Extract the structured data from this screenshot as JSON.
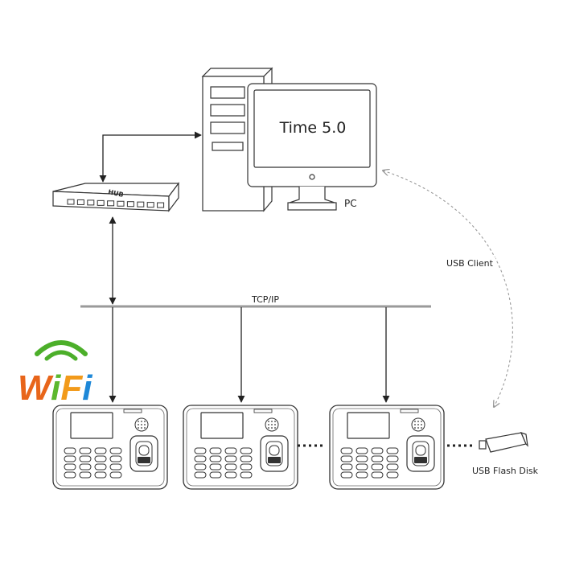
{
  "monitor": {
    "screen_text": "Time 5.0"
  },
  "pc": {
    "label": "PC"
  },
  "hub": {
    "label": "HUB"
  },
  "network": {
    "label": "TCP/IP"
  },
  "usb_client": {
    "label": "USB Client"
  },
  "flash_disk": {
    "label": "USB Flash Disk"
  },
  "wifi": {
    "text": "WiFi",
    "letter_colors": [
      "#e8651a",
      "#5cb82e",
      "#f29a1a",
      "#1e88d8"
    ],
    "arc_color": "#4caf2a"
  },
  "devices": [
    {
      "name": "terminal-1"
    },
    {
      "name": "terminal-2"
    },
    {
      "name": "terminal-3"
    }
  ],
  "colors": {
    "line": "#222222",
    "bus": "#9a9a9a",
    "dashed": "#9a9a9a"
  }
}
